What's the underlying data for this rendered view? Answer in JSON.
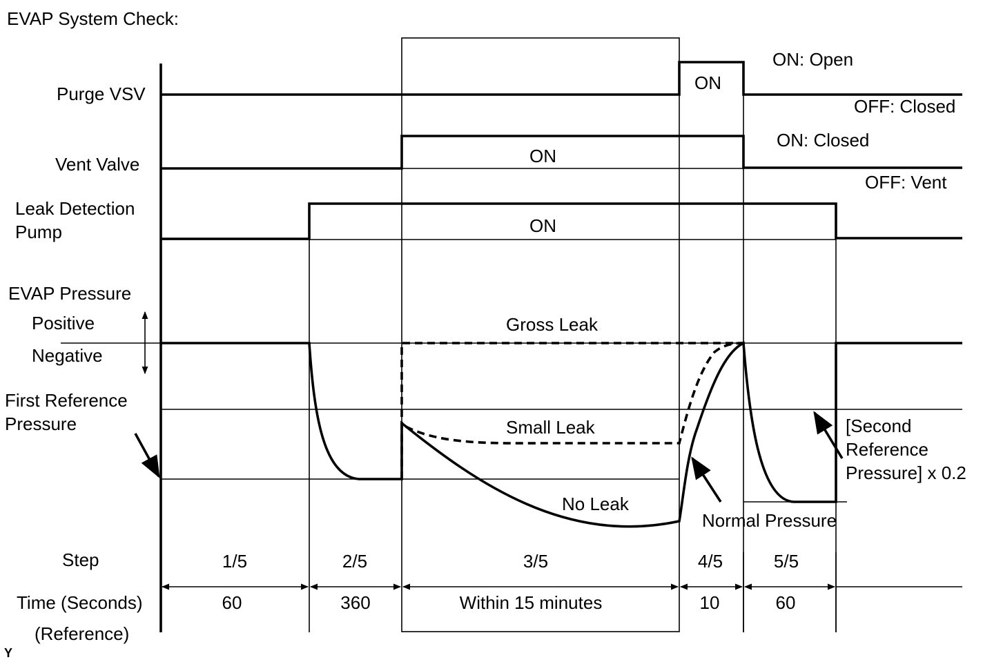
{
  "title": "EVAP System Check:",
  "signals": {
    "purge_vsv": {
      "label": "Purge VSV",
      "on_label": "ON",
      "state_on": "ON: Open",
      "state_off": "OFF: Closed"
    },
    "vent_valve": {
      "label": "Vent Valve",
      "on_label": "ON",
      "state_on": "ON: Closed",
      "state_off": "OFF: Vent"
    },
    "leak_pump": {
      "label_line1": "Leak Detection",
      "label_line2": "Pump",
      "on_label": "ON"
    }
  },
  "pressure": {
    "label": "EVAP Pressure",
    "positive": "Positive",
    "negative": "Negative",
    "first_ref_line1": "First Reference",
    "first_ref_line2": "Pressure",
    "gross_leak": "Gross Leak",
    "small_leak": "Small Leak",
    "no_leak": "No Leak",
    "normal_pressure": "Normal Pressure",
    "second_ref_line1": "[Second",
    "second_ref_line2": "Reference",
    "second_ref_line3": "Pressure] x 0.2"
  },
  "steps": {
    "label": "Step",
    "time_label": "Time (Seconds)",
    "reference_label": "(Reference)",
    "items": [
      {
        "step": "1/5",
        "time": "60"
      },
      {
        "step": "2/5",
        "time": "360"
      },
      {
        "step": "3/5",
        "time": "Within 15 minutes"
      },
      {
        "step": "4/5",
        "time": "10"
      },
      {
        "step": "5/5",
        "time": "60"
      }
    ]
  },
  "corner_mark": "Y"
}
